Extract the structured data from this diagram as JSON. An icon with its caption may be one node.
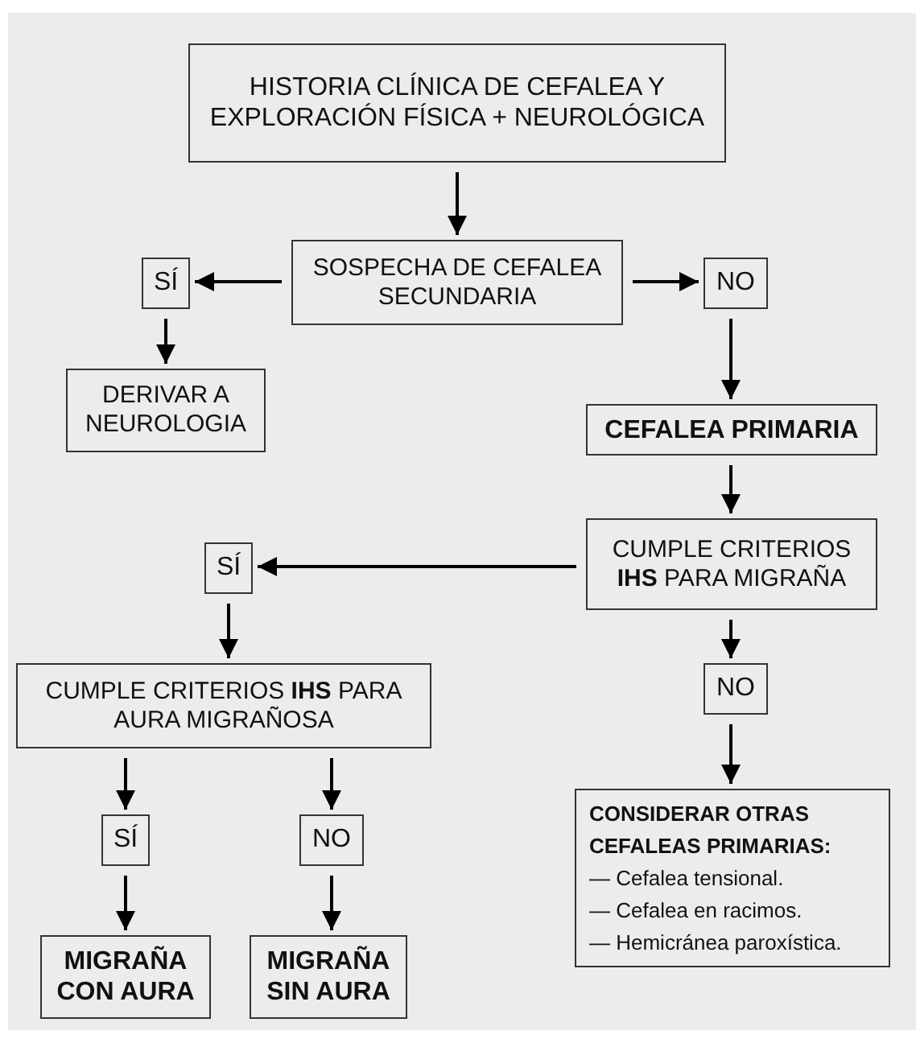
{
  "diagram": {
    "nodes": [
      {
        "text": [
          "HISTORIA CLÍNICA DE CEFALEA Y EXPLORACIÓN FÍSICA + NEUROLÓGICA"
        ]
      },
      {
        "text": [
          "SOSPECHA DE CEFALEA SECUNDARIA"
        ]
      },
      {
        "text": [
          "SÍ"
        ]
      },
      {
        "text": [
          "NO"
        ]
      },
      {
        "text": [
          "DERIVAR A NEUROLOGIA"
        ]
      },
      {
        "text": [
          "CEFALEA PRIMARIA"
        ]
      },
      {
        "text": [
          "CUMPLE CRITERIOS **IHS** PARA MIGRAÑA"
        ]
      },
      {
        "text": [
          "SÍ"
        ]
      },
      {
        "text": [
          "NO"
        ]
      },
      {
        "text": [
          "CUMPLE CRITERIOS **IHS** PARA AURA MIGRAÑOSA"
        ]
      },
      {
        "text": [
          "CONSIDERAR OTRAS CEFALEAS PRIMARIAS:",
          "— Cefalea tensional.",
          "— Cefalea en racimos.",
          "— Hemicránea paroxística."
        ]
      },
      {
        "text": [
          "SÍ"
        ]
      },
      {
        "text": [
          "NO"
        ]
      },
      {
        "text": [
          "MIGRAÑA CON AURA"
        ]
      },
      {
        "text": [
          "MIGRAÑA SIN AURA"
        ]
      }
    ],
    "edges": [
      {
        "from": 0,
        "to": 1,
        "arrow": "to"
      },
      {
        "from": 1,
        "to": 2,
        "arrow": "to"
      },
      {
        "from": 1,
        "to": 3,
        "arrow": "to"
      },
      {
        "from": 2,
        "to": 4,
        "arrow": "to"
      },
      {
        "from": 3,
        "to": 5,
        "arrow": "to"
      },
      {
        "from": 5,
        "to": 6,
        "arrow": "to"
      },
      {
        "from": 6,
        "to": 7,
        "arrow": "to"
      },
      {
        "from": 6,
        "to": 8,
        "arrow": "to"
      },
      {
        "from": 8,
        "to": 10,
        "arrow": "to"
      },
      {
        "from": 7,
        "to": 9,
        "arrow": "to"
      },
      {
        "from": 9,
        "to": 11,
        "arrow": "to"
      },
      {
        "from": 9,
        "to": 12,
        "arrow": "to"
      },
      {
        "from": 11,
        "to": 13,
        "arrow": "to"
      },
      {
        "from": 12,
        "to": 14,
        "arrow": "to"
      }
    ]
  }
}
